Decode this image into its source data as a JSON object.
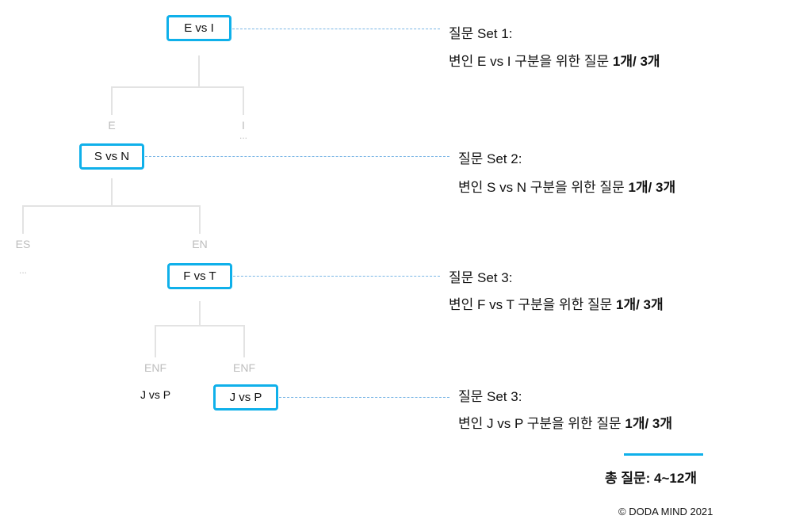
{
  "tree": {
    "level1": {
      "node": "E vs I",
      "branches": [
        "E",
        "I"
      ],
      "ellipsis": "..."
    },
    "level2": {
      "node": "S vs N",
      "branches": [
        "ES",
        "EN"
      ],
      "ellipsis": "..."
    },
    "level3": {
      "node": "F vs T",
      "branches": [
        "ENF",
        "ENF"
      ]
    },
    "level4": {
      "node_plain": "J vs P",
      "node": "J vs P"
    }
  },
  "questions": [
    {
      "title": "질문 Set 1:",
      "desc": "변인 E vs I 구분을 위한 질문",
      "count": "1개/ 3개"
    },
    {
      "title": "질문 Set 2:",
      "desc": "변인 S vs N 구분을 위한 질문",
      "count": "1개/ 3개"
    },
    {
      "title": "질문 Set 3:",
      "desc": "변인 F vs T 구분을 위한 질문",
      "count": "1개/ 3개"
    },
    {
      "title": "질문 Set 3:",
      "desc": "변인 J vs P 구분을 위한 질문",
      "count": "1개/ 3개"
    }
  ],
  "total": "총 질문: 4~12개",
  "copyright": "© DODA MIND 2021",
  "colors": {
    "accent": "#0fb0ea",
    "dash": "#7ab6e6",
    "branch": "#e3e3e3"
  }
}
